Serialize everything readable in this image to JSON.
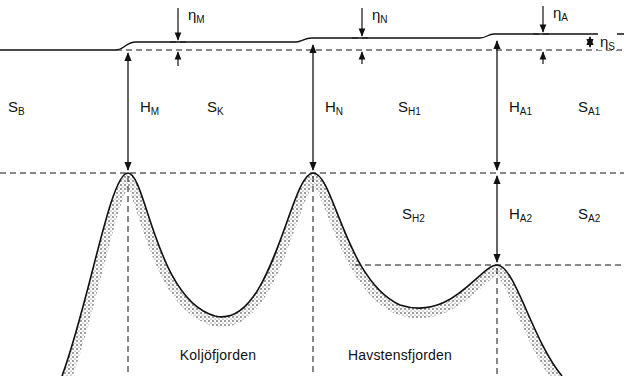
{
  "diagram": {
    "labels": [
      "ηM",
      "ηN",
      "ηA",
      "ηS",
      "SB",
      "HM",
      "SK",
      "HN",
      "SH1",
      "HA1",
      "SA1",
      "SH2",
      "HA2",
      "SA2",
      "Koljöfjorden",
      "Havstensfjorden"
    ]
  }
}
